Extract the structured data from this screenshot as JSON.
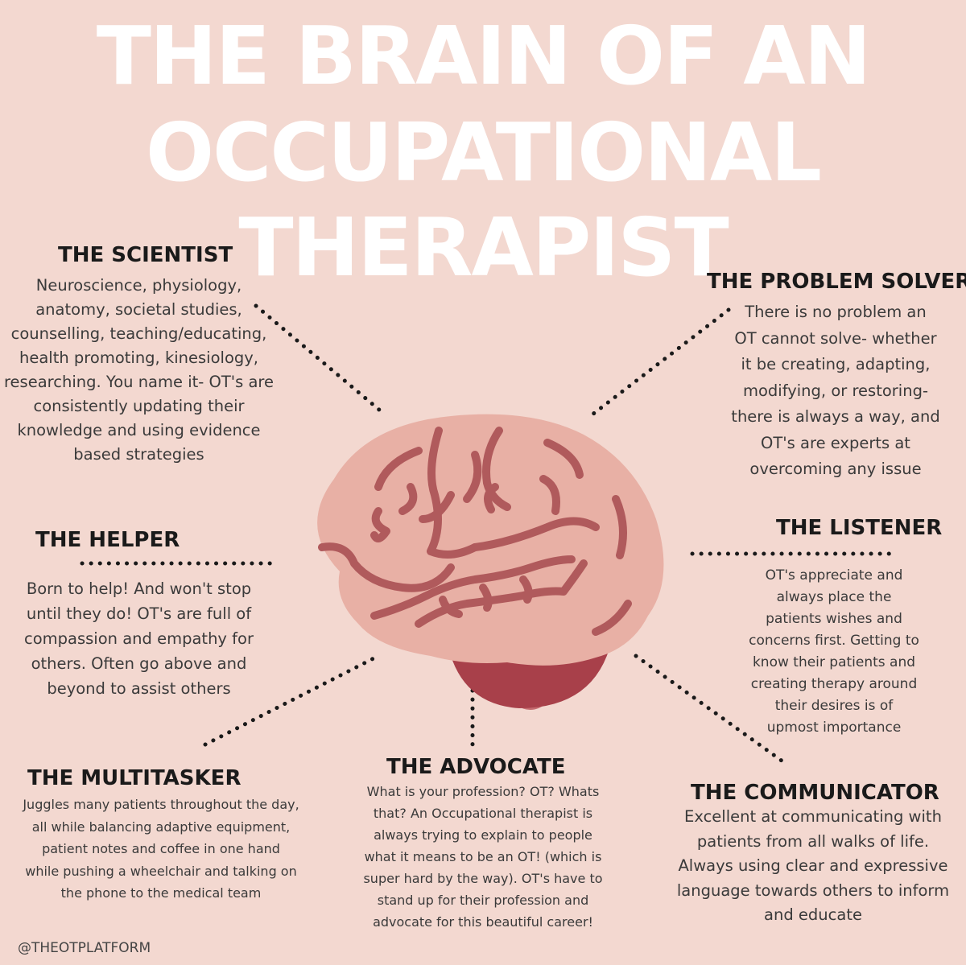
{
  "title": {
    "line1": "THE BRAIN OF AN",
    "line2": "OCCUPATIONAL",
    "line3": "THERAPIST"
  },
  "sections": {
    "scientist": {
      "heading": "THE SCIENTIST",
      "lines": [
        "Neuroscience, physiology,",
        "anatomy, societal studies,",
        "counselling, teaching/educating,",
        "health promoting, kinesiology,",
        "researching. You name it- OT's are",
        "consistently updating their",
        "knowledge and using evidence",
        "based strategies"
      ]
    },
    "problem_solver": {
      "heading": "THE PROBLEM SOLVER",
      "lines": [
        "There is no problem an",
        "OT cannot solve- whether",
        "it be creating, adapting,",
        "modifying, or restoring-",
        "there is always a way, and",
        "OT's are experts at",
        "overcoming any issue"
      ]
    },
    "helper": {
      "heading": "THE HELPER",
      "lines": [
        "Born to help! And won't stop",
        "until they do! OT's are full of",
        "compassion and empathy for",
        "others. Often go above and",
        "beyond to assist others"
      ]
    },
    "listener": {
      "heading": "THE LISTENER",
      "lines": [
        "OT's appreciate and",
        "always place the",
        "patients wishes and",
        "concerns first. Getting to",
        "know their patients and",
        "creating therapy around",
        "their desires is of",
        "upmost importance"
      ]
    },
    "multitasker": {
      "heading": "THE MULTITASKER",
      "lines": [
        "Juggles many patients throughout the day,",
        "all while balancing adaptive equipment,",
        "patient notes and coffee in one hand",
        "while pushing a wheelchair and talking on",
        "the phone to the medical team"
      ]
    },
    "advocate": {
      "heading": "THE ADVOCATE",
      "lines": [
        "What is your profession? OT? Whats",
        "that? An Occupational therapist is",
        "always trying to explain to people",
        "what it means to be an OT! (which is",
        "super hard by the way). OT's have to",
        "stand up for their profession and",
        "advocate for this beautiful career!"
      ]
    },
    "communicator": {
      "heading": "THE COMMUNICATOR",
      "lines": [
        "Excellent at communicating with",
        "patients from all walks of life.",
        "Always using clear and expressive",
        "language towards others to inform",
        "and educate"
      ]
    }
  },
  "credit": "@THEOTPLATFORM",
  "colors": {
    "background": "#f3d8d0",
    "brain": "#e8b0a5",
    "brain_lines": "#b05a5c",
    "cerebellum": "#a8404a",
    "brainstem": "#c46b6f",
    "title": "#ffffff",
    "dots": "#1a1a1a"
  }
}
